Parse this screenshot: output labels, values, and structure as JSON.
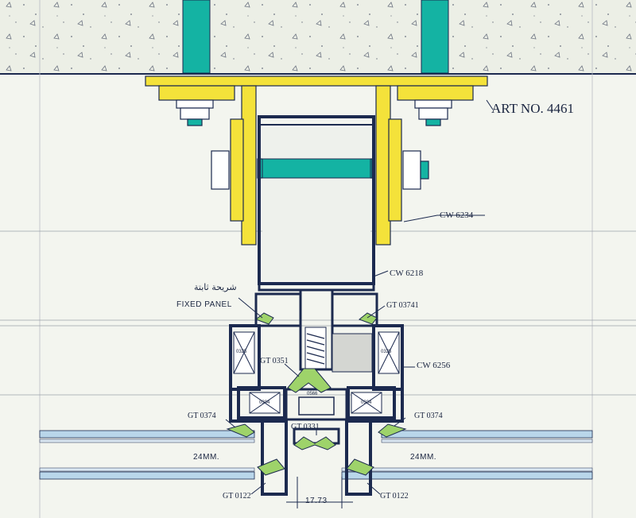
{
  "colors": {
    "background": "#f3f5ef",
    "concrete": "#ecefe6",
    "profile_stroke": "#1c2a4f",
    "bracket_yellow": "#f4e23a",
    "teal": "#14b3a3",
    "gasket_green": "#9ed36a",
    "glass_blue": "#b9d6ea"
  },
  "labels": {
    "art_no": "ART NO. 4461",
    "cw6234": "CW 6234",
    "cw6218": "CW 6218",
    "arabic": "شريحة ثابتة",
    "fixed_panel": "FIXED PANEL",
    "gt03741": "GT 03741",
    "gt0351": "GT 0351",
    "cw6256": "CW 6256",
    "gt0374_left": "GT 0374",
    "gt0374_right": "GT 0374",
    "gt0331": "GT 0331",
    "glass_left": "24MM.",
    "glass_right": "24MM.",
    "gt0122_left": "GT 0122",
    "gt0122_right": "GT 0122",
    "dim": "17.73",
    "part_0325_left": "0325",
    "part_0325_right": "0325",
    "part_0304_left": "0304",
    "part_0304_right": "0304",
    "part_0566": "0566"
  }
}
